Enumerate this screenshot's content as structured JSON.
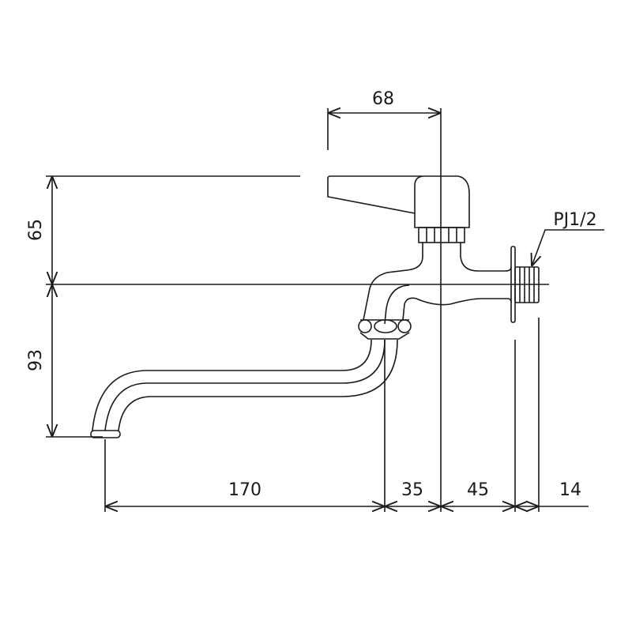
{
  "title": "Faucet dimension drawing",
  "dimensions": {
    "lever_reach": "68",
    "handle_height": "65",
    "spout_drop": "93",
    "spout_length": "170",
    "spout_offset": "35",
    "body_to_flange": "45",
    "thread_length": "14"
  },
  "thread_spec": "PJ1/2",
  "colors": {
    "line": "#1a1a1a",
    "background": "#ffffff"
  }
}
